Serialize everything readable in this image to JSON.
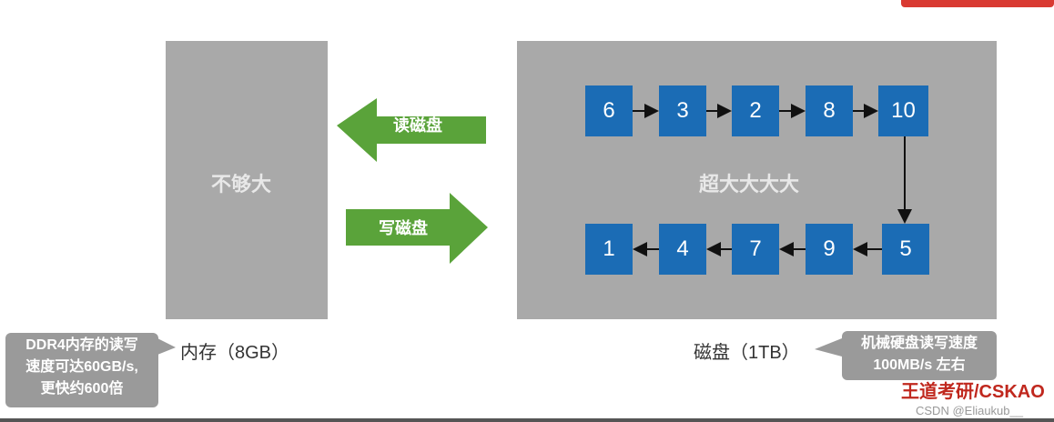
{
  "memory": {
    "label": "不够大",
    "caption": "内存（8GB）",
    "note": [
      "DDR4内存的读写",
      "速度可达60GB/s,",
      "更快约600倍"
    ]
  },
  "disk": {
    "label": "超大大大大",
    "caption": "磁盘（1TB）",
    "note": [
      "机械硬盘读写速度",
      "100MB/s 左右"
    ],
    "row1": [
      "6",
      "3",
      "2",
      "8",
      "10"
    ],
    "row2": [
      "1",
      "4",
      "7",
      "9",
      "5"
    ]
  },
  "arrows": {
    "read": "读磁盘",
    "write": "写磁盘"
  },
  "colors": {
    "block": "#1b6cb5",
    "arrow": "#5aa33a",
    "panel": "#a9a9a9",
    "brand": "#c0281e"
  },
  "brand": "王道考研/CSKAO",
  "watermark": "CSDN @Eliaukub__"
}
